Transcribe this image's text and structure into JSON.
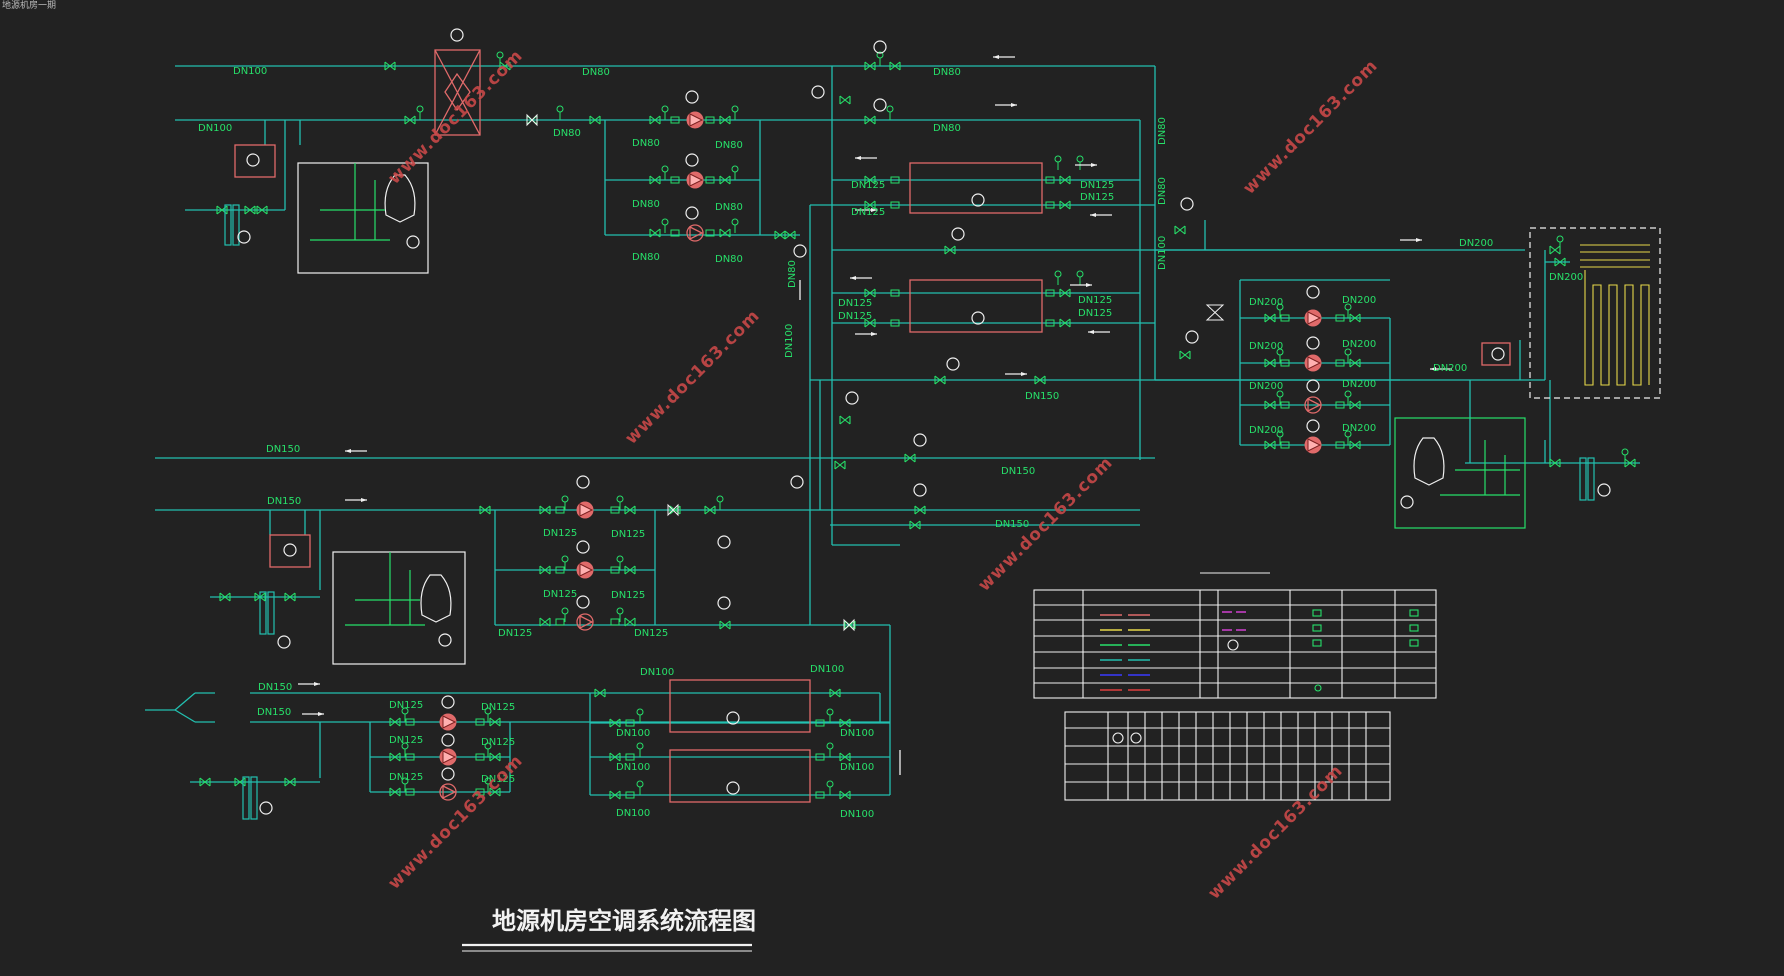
{
  "header_label": "地源机房一期",
  "title": "地源机房空调系统流程图",
  "watermark": "www.doc163.com",
  "colors": {
    "background": "#222222",
    "pipe": "#22c0b0",
    "valve": "#27e06a",
    "equipment": "#e06a6a",
    "outline": "#f0f0f0",
    "coil": "#e6d84a",
    "watermark": "#c84848"
  },
  "pipe_labels": {
    "top_left_1": "DN100",
    "top_left_2": "DN100",
    "top_mid_1": "DN80",
    "top_mid_2": "DN80",
    "top_right_1": "DN80",
    "top_right_2": "DN80",
    "pump_top_l1": "DN80",
    "pump_top_r1": "DN80",
    "pump_top_l2": "DN80",
    "pump_top_r2": "DN80",
    "pump_top_l3": "DN80",
    "pump_top_r3": "DN80",
    "vert_a": "DN80",
    "vert_b": "DN100",
    "vert_c": "DN80",
    "vert_d": "DN80",
    "vert_e": "DN100",
    "chiller1_l1": "DN125",
    "chiller1_l2": "DN125",
    "chiller1_r1": "DN125",
    "chiller1_r2": "DN125",
    "chiller2_l1": "DN125",
    "chiller2_l2": "DN125",
    "chiller2_r1": "DN125",
    "chiller2_r2": "DN125",
    "mid_dn150_a": "DN150",
    "mid_dn150_b": "DN150",
    "mid_dn150_c": "DN150",
    "mid_dn150_d": "DN150",
    "mid_dn150_e": "DN150",
    "mid_pump_l1": "DN125",
    "mid_pump_r1": "DN125",
    "mid_pump_l2": "DN125",
    "mid_pump_r2": "DN125",
    "mid_pump_l3": "DN125",
    "mid_pump_r3": "DN125",
    "bot_dn150_a": "DN150",
    "bot_dn150_b": "DN150",
    "bot_pump_l1": "DN125",
    "bot_pump_r1": "DN125",
    "bot_pump_l2": "DN125",
    "bot_pump_r2": "DN125",
    "bot_pump_l3": "DN125",
    "bot_pump_r3": "DN125",
    "hx_l1": "DN100",
    "hx_r1": "DN100",
    "hx_l2": "DN100",
    "hx_r2": "DN100",
    "hx_l3": "DN100",
    "hx_r3": "DN100",
    "hx_l4": "DN100",
    "hx_r4": "DN100",
    "right_dn200_main": "DN200",
    "right_dn200_coil": "DN200",
    "right_dn200_tank": "DN200",
    "right_pump_l1": "DN200",
    "right_pump_r1": "DN200",
    "right_pump_l2": "DN200",
    "right_pump_r2": "DN200",
    "right_pump_l3": "DN200",
    "right_pump_r3": "DN200",
    "right_pump_l4": "DN200",
    "right_pump_r4": "DN200"
  }
}
